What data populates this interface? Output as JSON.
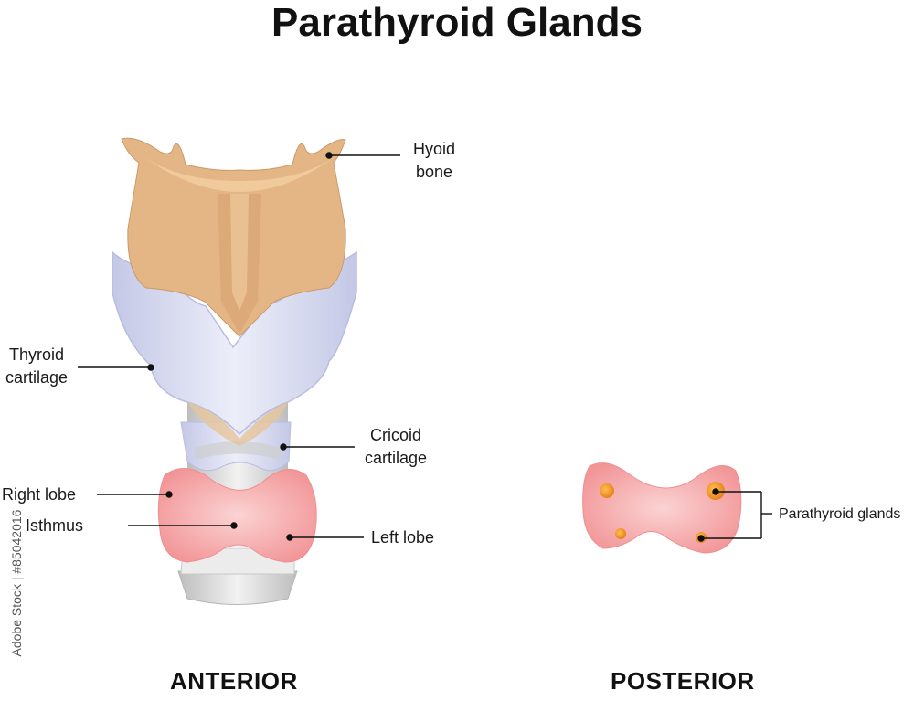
{
  "title": "Parathyroid Glands",
  "labels": {
    "hyoid_bone": "Hyoid\nbone",
    "thyroid_cartilage": "Thyroid\ncartilage",
    "cricoid_cartilage": "Cricoid\ncartilage",
    "right_lobe": "Right lobe",
    "isthmus": "Isthmus",
    "left_lobe": "Left lobe",
    "parathyroid_glands": "Parathyroid glands"
  },
  "views": {
    "anterior": "ANTERIOR",
    "posterior": "POSTERIOR"
  },
  "watermark": "Adobe Stock | #85042016",
  "colors": {
    "hyoid": "#e8bb8a",
    "thyroid_cartilage": "#d3d6ee",
    "cricoid": "#d8dbef",
    "trachea": "#d9d9d9",
    "thyroid_gland": "#f4a3a6",
    "parathyroid": "#f29b32",
    "leader_line": "#000000"
  }
}
